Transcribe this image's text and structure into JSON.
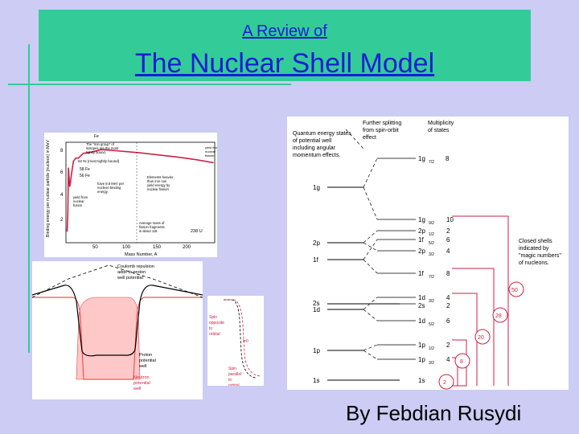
{
  "slide": {
    "subtitle": "A Review of",
    "title": "The Nuclear Shell Model",
    "author": "By Febdian Rusydi"
  },
  "binding_energy_plot": {
    "ylabel": "Binding energy per nuclear particle (nucleon) in MeV",
    "xlabel": "Mass Number, A",
    "yticks": [
      "2",
      "4",
      "6",
      "8"
    ],
    "xticks": [
      "50",
      "100",
      "150",
      "200"
    ],
    "iron_group_note": "The \"iron group\" of isotopes are the most tightly bound.",
    "ni_label": "62 Ni (most tightly bound)",
    "fe58_label": "58 Fe",
    "fe56_label": "56 Fe",
    "fe_top": "Fe",
    "fe_note": "have 8.8 MeV per nucleon binding energy.",
    "fusion_note": "yield from nuclear fusion",
    "fission_note": "yield from nuclear fission",
    "heavy_note": "Elements heavier than iron can yield energy by nuclear fission.",
    "avg_note": "Average mass of fission fragments is about 118",
    "u_label": "238 U",
    "curve_points": [
      [
        1,
        1.1
      ],
      [
        2,
        1.1
      ],
      [
        3,
        2.6
      ],
      [
        4,
        7.1
      ],
      [
        6,
        5.3
      ],
      [
        7,
        5.6
      ],
      [
        9,
        6.5
      ],
      [
        12,
        7.7
      ],
      [
        16,
        8.0
      ],
      [
        20,
        8.0
      ],
      [
        28,
        8.45
      ],
      [
        40,
        8.55
      ],
      [
        56,
        8.79
      ],
      [
        62,
        8.79
      ],
      [
        80,
        8.7
      ],
      [
        100,
        8.6
      ],
      [
        120,
        8.5
      ],
      [
        150,
        8.3
      ],
      [
        180,
        8.1
      ],
      [
        210,
        7.85
      ],
      [
        238,
        7.57
      ]
    ],
    "xlim": [
      0,
      240
    ],
    "ylim": [
      0,
      9.5
    ]
  },
  "potential_well": {
    "coulomb_note": "Coulomb repulsion adds to proton well potential",
    "proton_label": "Proton potential well",
    "neutron_label": "Neutron potential well"
  },
  "spin_orbit": {
    "parallel_opposite": "Spin opposite to orbital",
    "l0": "l=0",
    "parallel": "Spin parallel to orbital"
  },
  "level_diagram": {
    "col1_header": "Quantum energy states of potential well including angular momentum effects.",
    "col2_header": "Further splitting from spin-orbit effect",
    "col3_header": "Multiplicity of states",
    "levels_left": [
      "1g",
      "2p",
      "1f",
      "2s",
      "1d",
      "1p",
      "1s"
    ],
    "levels_right": [
      {
        "n": "1g",
        "j": "7/2",
        "mult": "8"
      },
      {
        "n": "1g",
        "j": "9/2",
        "mult": "10"
      },
      {
        "n": "2p",
        "j": "1/2",
        "mult": "2"
      },
      {
        "n": "1f",
        "j": "5/2",
        "mult": "6"
      },
      {
        "n": "2p",
        "j": "3/2",
        "mult": "4"
      },
      {
        "n": "1f",
        "j": "7/2",
        "mult": "8"
      },
      {
        "n": "1d",
        "j": "3/2",
        "mult": "4"
      },
      {
        "n": "2s",
        "j": "",
        "mult": "2"
      },
      {
        "n": "1d",
        "j": "5/2",
        "mult": "6"
      },
      {
        "n": "1p",
        "j": "1/2",
        "mult": "2"
      },
      {
        "n": "1p",
        "j": "3/2",
        "mult": "4"
      },
      {
        "n": "1s",
        "j": "",
        "mult": "2"
      }
    ],
    "closed_shells_note": "Closed shells indicated by \"magic numbers\" of nucleons.",
    "magic_numbers": [
      "2",
      "8",
      "20",
      "28",
      "50"
    ]
  }
}
